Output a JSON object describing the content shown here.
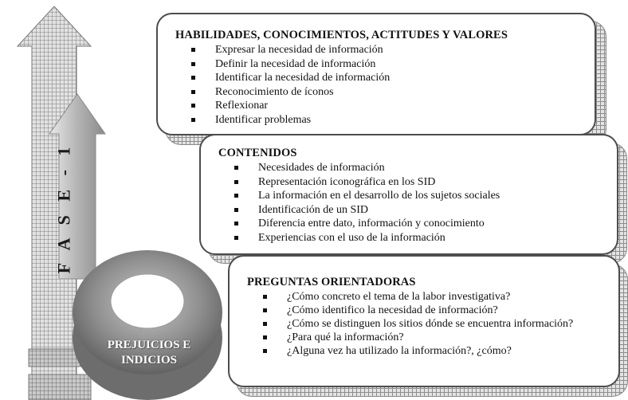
{
  "phase": {
    "label": "F A S E - 1"
  },
  "ring": {
    "label": "PREJUICIOS E INDICIOS"
  },
  "boxes": [
    {
      "title": "HABILIDADES, CONOCIMIENTOS, ACTITUDES Y VALORES",
      "items": [
        "Expresar la necesidad de información",
        "Definir la necesidad de información",
        "Identificar la necesidad de información",
        "Reconocimiento de íconos",
        "Reflexionar",
        "Identificar problemas"
      ]
    },
    {
      "title": "CONTENIDOS",
      "items": [
        "Necesidades de información",
        "Representación iconográfica en los SID",
        "La información en el desarrollo de los sujetos sociales",
        "Identificación de un SID",
        "Diferencia entre dato, información y  conocimiento",
        "Experiencias con el uso de la información"
      ]
    },
    {
      "title": "PREGUNTAS ORIENTADORAS",
      "items": [
        "¿Cómo concreto el tema de la labor investigativa?",
        "¿Cómo identifico la necesidad de información?",
        "¿Cómo se distinguen los sitios dónde se encuentra información?",
        "¿Para qué la información?",
        "¿Alguna vez ha utilizado la información?, ¿cómo?"
      ]
    }
  ]
}
